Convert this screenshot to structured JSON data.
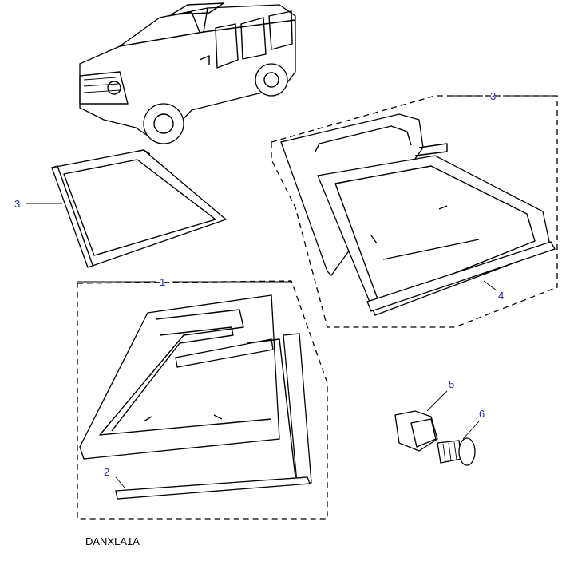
{
  "diagram_code": "DANXLA1A",
  "callouts": {
    "c1": "1",
    "c2": "2",
    "c3_left": "3",
    "c3_right": "3",
    "c4": "4",
    "c5": "5",
    "c6": "6"
  },
  "colors": {
    "callout": "#1f2fb0",
    "lines": "#000000"
  }
}
